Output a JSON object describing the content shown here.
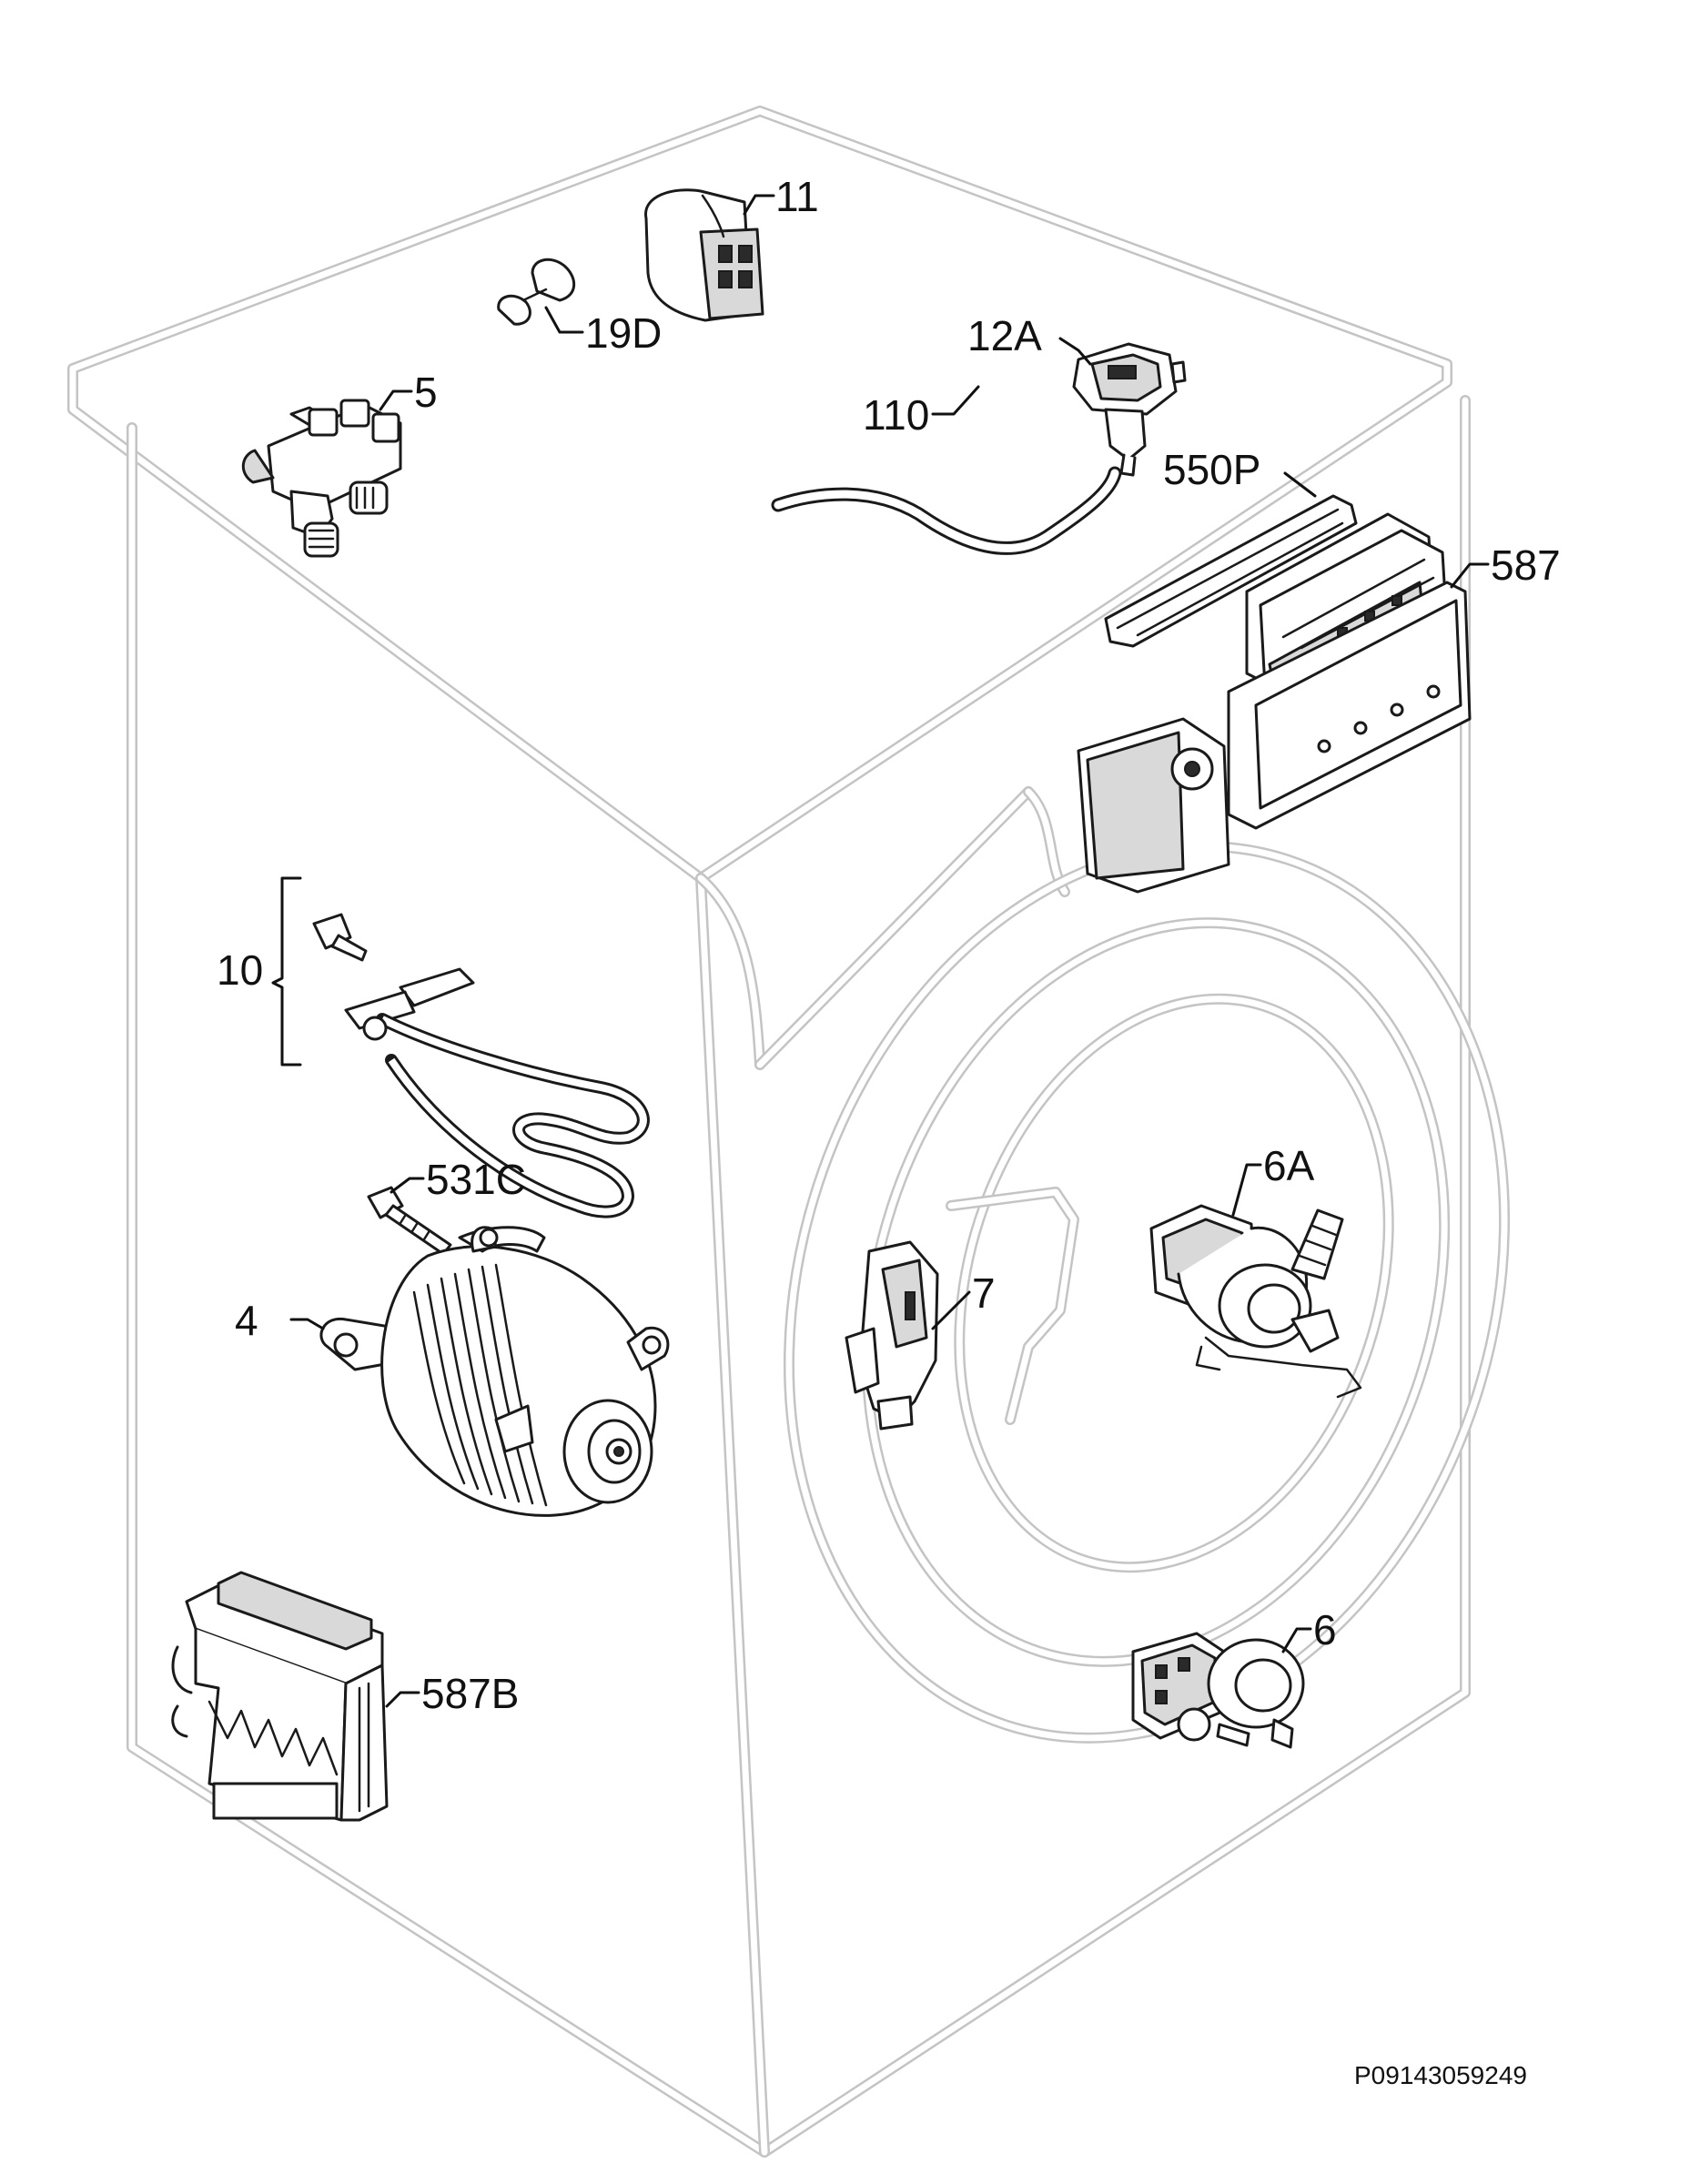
{
  "callouts": {
    "p11": "11",
    "p19d": "19D",
    "p12a": "12A",
    "p5": "5",
    "p550p": "550P",
    "p110": "110",
    "p587": "587",
    "p10": "10",
    "p531c": "531C",
    "p6a": "6A",
    "p7": "7",
    "p4": "4",
    "p6": "6",
    "p587b": "587B"
  },
  "drawing_code": "P09143059249"
}
